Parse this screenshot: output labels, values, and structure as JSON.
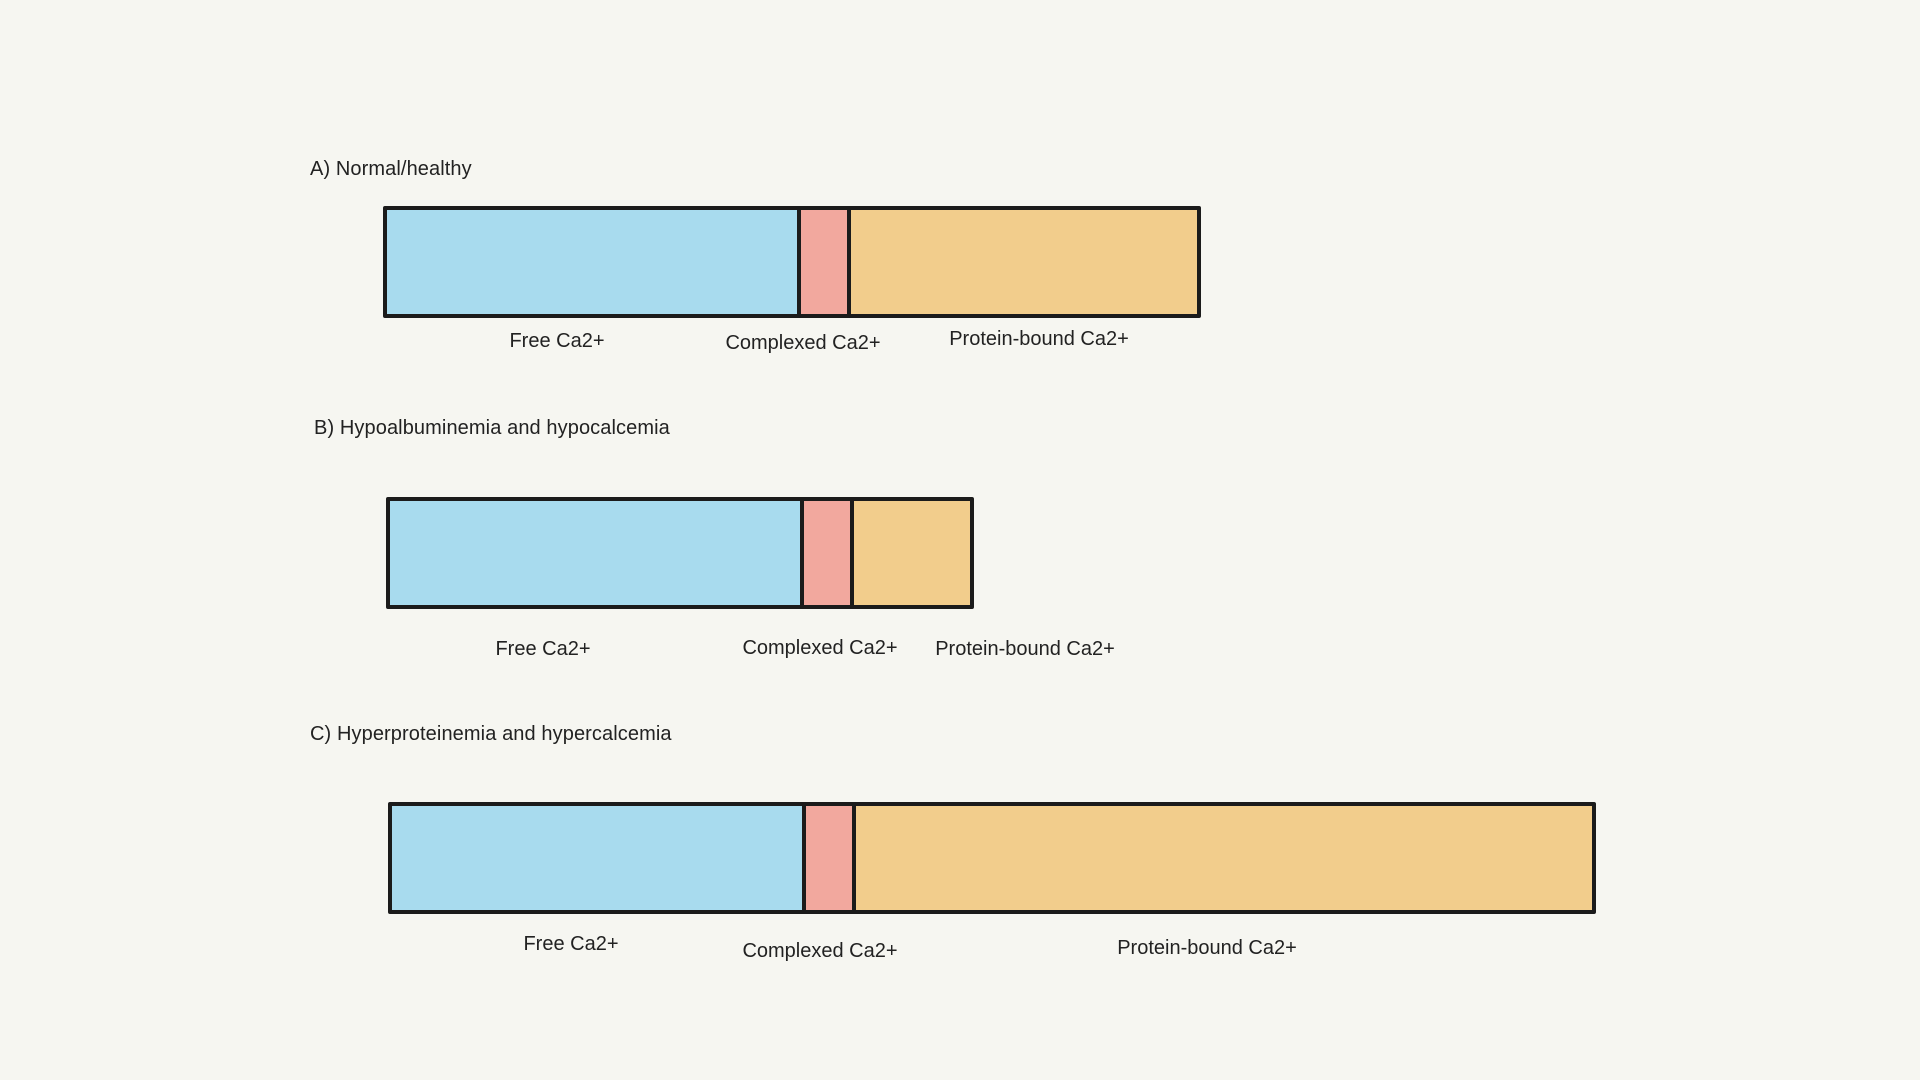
{
  "colors": {
    "free": "#a8dbee",
    "complexed": "#f2a89e",
    "protein_bound": "#f2cd8c",
    "outline": "#1b1b1b",
    "background": "#f6f6f1"
  },
  "panels": [
    {
      "id": "a",
      "title": "A) Normal/healthy",
      "segments": [
        {
          "key": "free",
          "label": "Free Ca2+",
          "relative_amount": 41
        },
        {
          "key": "complexed",
          "label": "Complexed Ca2+",
          "relative_amount": 5
        },
        {
          "key": "protein_bound",
          "label": "Protein-bound Ca2+",
          "relative_amount": 35
        }
      ]
    },
    {
      "id": "b",
      "title": "B) Hypoalbuminemia and hypocalcemia",
      "segments": [
        {
          "key": "free",
          "label": "Free Ca2+",
          "relative_amount": 41
        },
        {
          "key": "complexed",
          "label": "Complexed Ca2+",
          "relative_amount": 5
        },
        {
          "key": "protein_bound",
          "label": "Protein-bound Ca2+",
          "relative_amount": 12
        }
      ]
    },
    {
      "id": "c",
      "title": "C) Hyperproteinemia and hypercalcemia",
      "segments": [
        {
          "key": "free",
          "label": "Free Ca2+",
          "relative_amount": 41
        },
        {
          "key": "complexed",
          "label": "Complexed Ca2+",
          "relative_amount": 5
        },
        {
          "key": "protein_bound",
          "label": "Protein-bound Ca2+",
          "relative_amount": 74
        }
      ]
    }
  ]
}
